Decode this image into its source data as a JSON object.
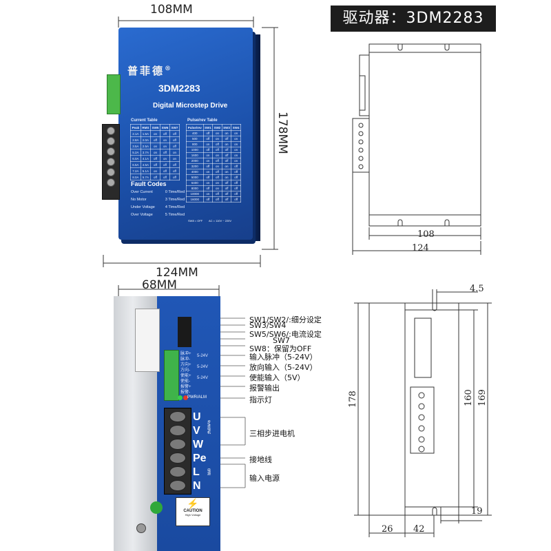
{
  "title_badge": "驱动器：3DM2283",
  "top_photo": {
    "dim_width": "108MM",
    "dim_height": "178MM",
    "dim_total_width": "124MM",
    "brand": "普菲德",
    "brand_mark": "®",
    "model": "3DM2283",
    "subtitle": "Digital Microstep Drive",
    "current_table": {
      "title": "Current Table",
      "headers": [
        "Peak",
        "RMS",
        "SW5",
        "SW6",
        "SW7"
      ],
      "rows": [
        [
          "2.1A",
          "1.5A",
          "on",
          "off",
          "off"
        ],
        [
          "2.8A",
          "2.0A",
          "off",
          "on",
          "off"
        ],
        [
          "3.5A",
          "2.5A",
          "on",
          "on",
          "off"
        ],
        [
          "5.2A",
          "3.7A",
          "on",
          "off",
          "on"
        ],
        [
          "6.0A",
          "4.1A",
          "off",
          "on",
          "on"
        ],
        [
          "6.5A",
          "4.5A",
          "off",
          "off",
          "off"
        ],
        [
          "7.2A",
          "5.1A",
          "on",
          "off",
          "off"
        ],
        [
          "8.0A",
          "5.7A",
          "off",
          "off",
          "off"
        ]
      ]
    },
    "pulse_table": {
      "title": "Pulse/rev Table",
      "headers": [
        "Pulse/rev",
        "SW1",
        "SW2",
        "SW3",
        "SW4"
      ],
      "rows": [
        [
          "400",
          "off",
          "on",
          "on",
          "on"
        ],
        [
          "500",
          "off",
          "on",
          "off",
          "on"
        ],
        [
          "800",
          "on",
          "off",
          "on",
          "on"
        ],
        [
          "1000",
          "off",
          "off",
          "off",
          "on"
        ],
        [
          "1600",
          "on",
          "on",
          "off",
          "on"
        ],
        [
          "2000",
          "on",
          "off",
          "off",
          "on"
        ],
        [
          "3200",
          "off",
          "on",
          "on",
          "off"
        ],
        [
          "4000",
          "on",
          "off",
          "on",
          "off"
        ],
        [
          "5000",
          "off",
          "off",
          "on",
          "off"
        ],
        [
          "6400",
          "on",
          "on",
          "off",
          "off"
        ],
        [
          "8000",
          "off",
          "on",
          "off",
          "off"
        ],
        [
          "10000",
          "on",
          "off",
          "off",
          "off"
        ],
        [
          "16000",
          "off",
          "off",
          "off",
          "off"
        ]
      ]
    },
    "fault": {
      "title": "Fault Codes",
      "rows": [
        [
          "Over Current",
          "0 Time/Red"
        ],
        [
          "No Motor",
          "3 Time/Red"
        ],
        [
          "Under Voltage",
          "4 Time/Red"
        ],
        [
          "Over Voltage",
          "5 Time/Red"
        ]
      ]
    },
    "footer_left": "SW8 = OFF",
    "footer_right": "AC = 110V ~ 220V"
  },
  "top_drawing": {
    "dim_108": "108",
    "dim_124": "124"
  },
  "bottom_photo": {
    "dim_width": "68MM",
    "pin_labels": [
      "脉冲+",
      "脉冲-",
      "方向+",
      "方向-",
      "使能+",
      "使能-",
      "报警+",
      "报警-"
    ],
    "pin_volts": [
      "5-24V",
      "5-24V",
      "5-24V"
    ],
    "pwr_label": "PWR/ALM",
    "terminals": [
      "U",
      "V",
      "W",
      "Pe",
      "L",
      "N"
    ],
    "motor_side_label": "步进电机",
    "power_side_label": "电源",
    "caution": "CAUTION",
    "caution_sub": "High Voltage"
  },
  "annotations": [
    "SW1/SW2/:细分设定",
    "SW3/SW4",
    "SW5/SW6/:电流设定",
    "SW7",
    "SW8：保留为OFF",
    "输入脉冲（5-24V）",
    "放向输入（5-24V）",
    "使能输入（5V）",
    "报警输出",
    "指示灯",
    "三相步进电机",
    "接地线",
    "输入电源"
  ],
  "bottom_drawing": {
    "dim_4_5": "4.5",
    "dim_178": "178",
    "dim_160": "160",
    "dim_169": "169",
    "dim_19": "19",
    "dim_26": "26",
    "dim_42": "42"
  }
}
